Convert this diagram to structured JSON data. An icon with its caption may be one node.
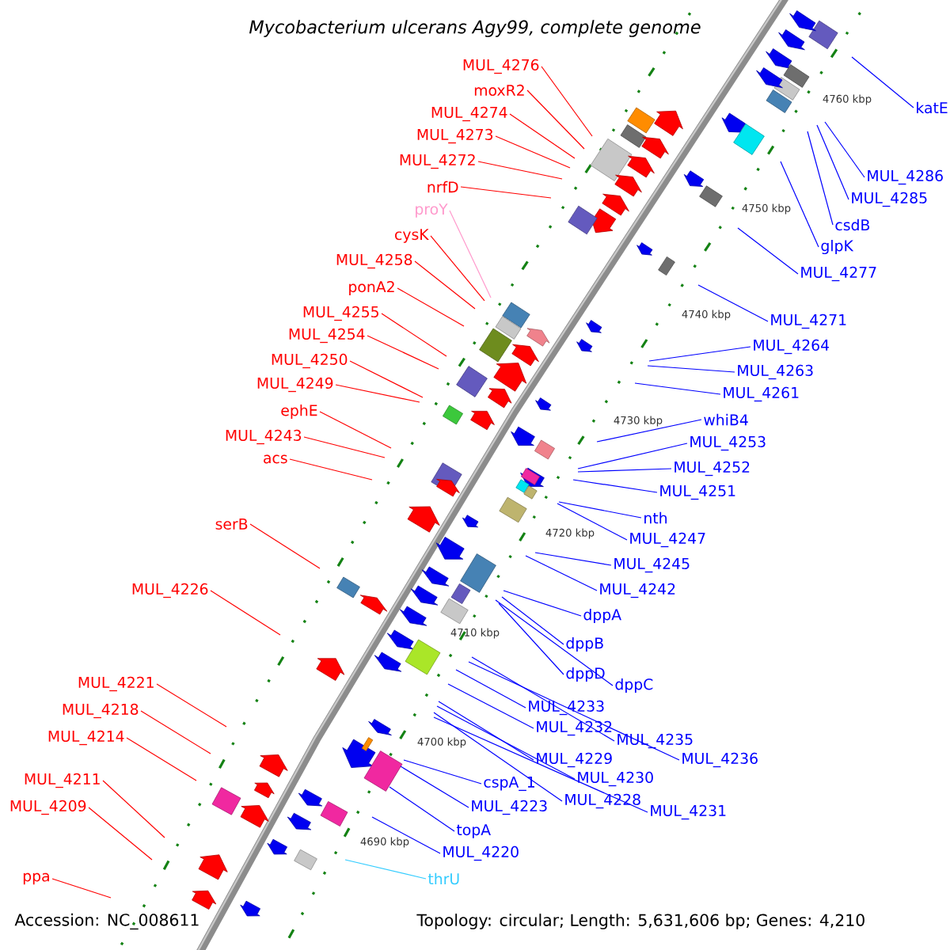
{
  "diagram": {
    "title": "Mycobacterium ulcerans Agy99, complete genome",
    "nodes": [
      {
        "text": [
          "MUL_4276"
        ]
      },
      {
        "text": [
          "moxR2"
        ]
      },
      {
        "text": [
          "MUL_4274"
        ]
      },
      {
        "text": [
          "MUL_4273"
        ]
      },
      {
        "text": [
          "MUL_4272"
        ]
      },
      {
        "text": [
          "nrfD"
        ]
      },
      {
        "text": [
          "proY"
        ]
      },
      {
        "text": [
          "cysK"
        ]
      },
      {
        "text": [
          "MUL_4258"
        ]
      },
      {
        "text": [
          "ponA2"
        ]
      },
      {
        "text": [
          "MUL_4255"
        ]
      },
      {
        "text": [
          "MUL_4254"
        ]
      },
      {
        "text": [
          "MUL_4250"
        ]
      },
      {
        "text": [
          "MUL_4249"
        ]
      },
      {
        "text": [
          "ephE"
        ]
      },
      {
        "text": [
          "MUL_4243"
        ]
      },
      {
        "text": [
          "acs"
        ]
      },
      {
        "text": [
          "serB"
        ]
      },
      {
        "text": [
          "MUL_4226"
        ]
      },
      {
        "text": [
          "MUL_4221"
        ]
      },
      {
        "text": [
          "MUL_4218"
        ]
      },
      {
        "text": [
          "MUL_4214"
        ]
      },
      {
        "text": [
          "MUL_4211"
        ]
      },
      {
        "text": [
          "MUL_4209"
        ]
      },
      {
        "text": [
          "ppa"
        ]
      },
      {
        "text": [
          "katE"
        ]
      },
      {
        "text": [
          "MUL_4286"
        ]
      },
      {
        "text": [
          "MUL_4285"
        ]
      },
      {
        "text": [
          "csdB"
        ]
      },
      {
        "text": [
          "glpK"
        ]
      },
      {
        "text": [
          "MUL_4277"
        ]
      },
      {
        "text": [
          "MUL_4271"
        ]
      },
      {
        "text": [
          "MUL_4264"
        ]
      },
      {
        "text": [
          "MUL_4263"
        ]
      },
      {
        "text": [
          "MUL_4261"
        ]
      },
      {
        "text": [
          "whiB4"
        ]
      },
      {
        "text": [
          "MUL_4253"
        ]
      },
      {
        "text": [
          "MUL_4252"
        ]
      },
      {
        "text": [
          "MUL_4251"
        ]
      },
      {
        "text": [
          "nth"
        ]
      },
      {
        "text": [
          "MUL_4247"
        ]
      },
      {
        "text": [
          "MUL_4245"
        ]
      },
      {
        "text": [
          "MUL_4242"
        ]
      },
      {
        "text": [
          "dppA"
        ]
      },
      {
        "text": [
          "dppB"
        ]
      },
      {
        "text": [
          "dppD"
        ]
      },
      {
        "text": [
          "dppC"
        ]
      },
      {
        "text": [
          "MUL_4233"
        ]
      },
      {
        "text": [
          "MUL_4232"
        ]
      },
      {
        "text": [
          "MUL_4235"
        ]
      },
      {
        "text": [
          "MUL_4229"
        ]
      },
      {
        "text": [
          "MUL_4236"
        ]
      },
      {
        "text": [
          "MUL_4230"
        ]
      },
      {
        "text": [
          "cspA_1"
        ]
      },
      {
        "text": [
          "MUL_4228"
        ]
      },
      {
        "text": [
          "MUL_4223"
        ]
      },
      {
        "text": [
          "MUL_4231"
        ]
      },
      {
        "text": [
          "topA"
        ]
      },
      {
        "text": [
          "MUL_4220"
        ]
      },
      {
        "text": [
          "thrU"
        ]
      }
    ],
    "edges": [
      {
        "from": 0,
        "to": null,
        "arrow": "none",
        "color": "#ff0000"
      },
      {
        "from": 1,
        "to": null,
        "arrow": "none",
        "color": "#ff0000"
      },
      {
        "from": 2,
        "to": null,
        "arrow": "none",
        "color": "#ff0000"
      },
      {
        "from": 3,
        "to": null,
        "arrow": "none",
        "color": "#ff0000"
      },
      {
        "from": 4,
        "to": null,
        "arrow": "none",
        "color": "#ff0000"
      },
      {
        "from": 5,
        "to": null,
        "arrow": "none",
        "color": "#ff0000"
      },
      {
        "from": 6,
        "to": null,
        "arrow": "none",
        "color": "#ff99cc"
      },
      {
        "from": 7,
        "to": null,
        "arrow": "none",
        "color": "#ff0000"
      },
      {
        "from": 8,
        "to": null,
        "arrow": "none",
        "color": "#ff0000"
      },
      {
        "from": 9,
        "to": null,
        "arrow": "none",
        "color": "#ff0000"
      },
      {
        "from": 10,
        "to": null,
        "arrow": "none",
        "color": "#ff0000"
      },
      {
        "from": 11,
        "to": null,
        "arrow": "none",
        "color": "#ff0000"
      },
      {
        "from": 12,
        "to": null,
        "arrow": "none",
        "color": "#ff0000"
      },
      {
        "from": 13,
        "to": null,
        "arrow": "none",
        "color": "#ff0000"
      },
      {
        "from": 14,
        "to": null,
        "arrow": "none",
        "color": "#ff0000"
      },
      {
        "from": 15,
        "to": null,
        "arrow": "none",
        "color": "#ff0000"
      },
      {
        "from": 16,
        "to": null,
        "arrow": "none",
        "color": "#ff0000"
      },
      {
        "from": 17,
        "to": null,
        "arrow": "none",
        "color": "#ff0000"
      },
      {
        "from": 18,
        "to": null,
        "arrow": "none",
        "color": "#ff0000"
      },
      {
        "from": 19,
        "to": null,
        "arrow": "none",
        "color": "#ff0000"
      },
      {
        "from": 20,
        "to": null,
        "arrow": "none",
        "color": "#ff0000"
      },
      {
        "from": 21,
        "to": null,
        "arrow": "none",
        "color": "#ff0000"
      },
      {
        "from": 22,
        "to": null,
        "arrow": "none",
        "color": "#ff0000"
      },
      {
        "from": 23,
        "to": null,
        "arrow": "none",
        "color": "#ff0000"
      },
      {
        "from": 24,
        "to": null,
        "arrow": "none",
        "color": "#ff0000"
      },
      {
        "from": 25,
        "to": null,
        "arrow": "none"
      },
      {
        "from": 26,
        "to": null,
        "arrow": "none"
      },
      {
        "from": 27,
        "to": null,
        "arrow": "none"
      },
      {
        "from": 28,
        "to": null,
        "arrow": "none"
      },
      {
        "from": 29,
        "to": null,
        "arrow": "none"
      },
      {
        "from": 30,
        "to": null,
        "arrow": "none"
      },
      {
        "from": 31,
        "to": null,
        "arrow": "none"
      },
      {
        "from": 32,
        "to": null,
        "arrow": "none"
      },
      {
        "from": 33,
        "to": null,
        "arrow": "none"
      },
      {
        "from": 34,
        "to": null,
        "arrow": "none"
      },
      {
        "from": 35,
        "to": null,
        "arrow": "none"
      },
      {
        "from": 36,
        "to": null,
        "arrow": "none"
      },
      {
        "from": 37,
        "to": null,
        "arrow": "none"
      },
      {
        "from": 38,
        "to": null,
        "arrow": "none"
      },
      {
        "from": 39,
        "to": null,
        "arrow": "none"
      },
      {
        "from": 40,
        "to": null,
        "arrow": "none"
      },
      {
        "from": 41,
        "to": null,
        "arrow": "none"
      },
      {
        "from": 42,
        "to": null,
        "arrow": "none"
      },
      {
        "from": 43,
        "to": null,
        "arrow": "none"
      },
      {
        "from": 44,
        "to": null,
        "arrow": "none"
      },
      {
        "from": 45,
        "to": null,
        "arrow": "none"
      },
      {
        "from": 46,
        "to": null,
        "arrow": "none"
      },
      {
        "from": 47,
        "to": null,
        "arrow": "none"
      },
      {
        "from": 48,
        "to": null,
        "arrow": "none"
      },
      {
        "from": 49,
        "to": null,
        "arrow": "none"
      },
      {
        "from": 50,
        "to": null,
        "arrow": "none"
      },
      {
        "from": 51,
        "to": null,
        "arrow": "none"
      },
      {
        "from": 52,
        "to": null,
        "arrow": "none"
      },
      {
        "from": 53,
        "to": null,
        "arrow": "none"
      },
      {
        "from": 54,
        "to": null,
        "arrow": "none"
      },
      {
        "from": 55,
        "to": null,
        "arrow": "none"
      },
      {
        "from": 56,
        "to": null,
        "arrow": "none"
      },
      {
        "from": 57,
        "to": null,
        "arrow": "none"
      },
      {
        "from": 58,
        "to": null,
        "arrow": "none"
      },
      {
        "from": 59,
        "to": null,
        "arrow": "none",
        "color": "#33ccff"
      }
    ],
    "labels": [
      "4760 kbp",
      "4750 kbp",
      "4740 kbp",
      "4730 kbp",
      "4720 kbp",
      "4710 kbp",
      "4700 kbp",
      "4690 kbp",
      "Accession: NC_008611",
      "Topology: circular; Length: 5,631,606 bp; Genes: 4,210"
    ]
  }
}
